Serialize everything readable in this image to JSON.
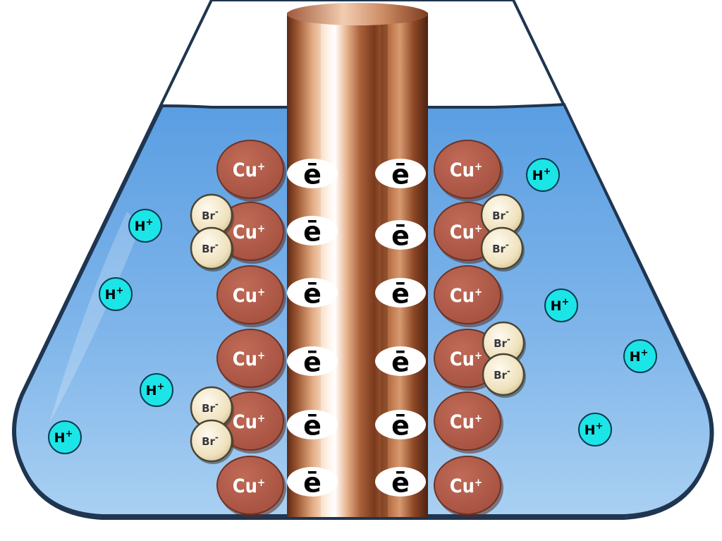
{
  "ions": {
    "copper": "Cu",
    "copper_charge": "+",
    "bromide": "Br",
    "bromide_charge": "-",
    "hydrogen": "H",
    "hydrogen_charge": "+",
    "electron": "ē"
  },
  "colors": {
    "solution_top": "#5fa2e4",
    "solution_bottom": "#9cc9f1",
    "flask_outline": "#1f3550",
    "copper_ion": "#b25a49",
    "bromide_ion": "#f2e6c5",
    "hydrogen_ion": "#1ce5e8",
    "electron_bubble": "#ffffff"
  }
}
